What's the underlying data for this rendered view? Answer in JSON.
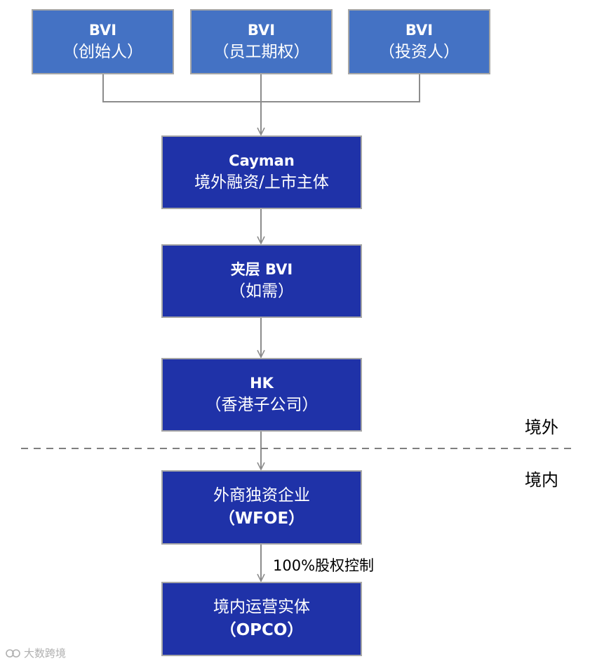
{
  "nodes": {
    "bvi_founder": {
      "line1": "BVI",
      "line2": "（创始人）"
    },
    "bvi_esop": {
      "line1": "BVI",
      "line2": "（员工期权）"
    },
    "bvi_investor": {
      "line1": "BVI",
      "line2": "（投资人）"
    },
    "cayman": {
      "line1": "Cayman",
      "line2": "境外融资/上市主体"
    },
    "mid_bvi": {
      "line1": "夹层 BVI",
      "line2": "（如需）"
    },
    "hk": {
      "line1": "HK",
      "line2": "（香港子公司）"
    },
    "wfoe": {
      "line1": "外商独资企业",
      "line2": "（WFOE）"
    },
    "opco": {
      "line1": "境内运营实体",
      "line2": "（OPCO）"
    }
  },
  "edge_label": "100%股权控制",
  "zones": {
    "offshore": "境外",
    "onshore": "境内"
  },
  "watermark": "大数跨境",
  "colors": {
    "light_box": "#4472c4",
    "dark_box": "#1f32a8",
    "border": "#a6a6a6",
    "connector": "#8c8c8c",
    "divider": "#7f7f7f"
  }
}
